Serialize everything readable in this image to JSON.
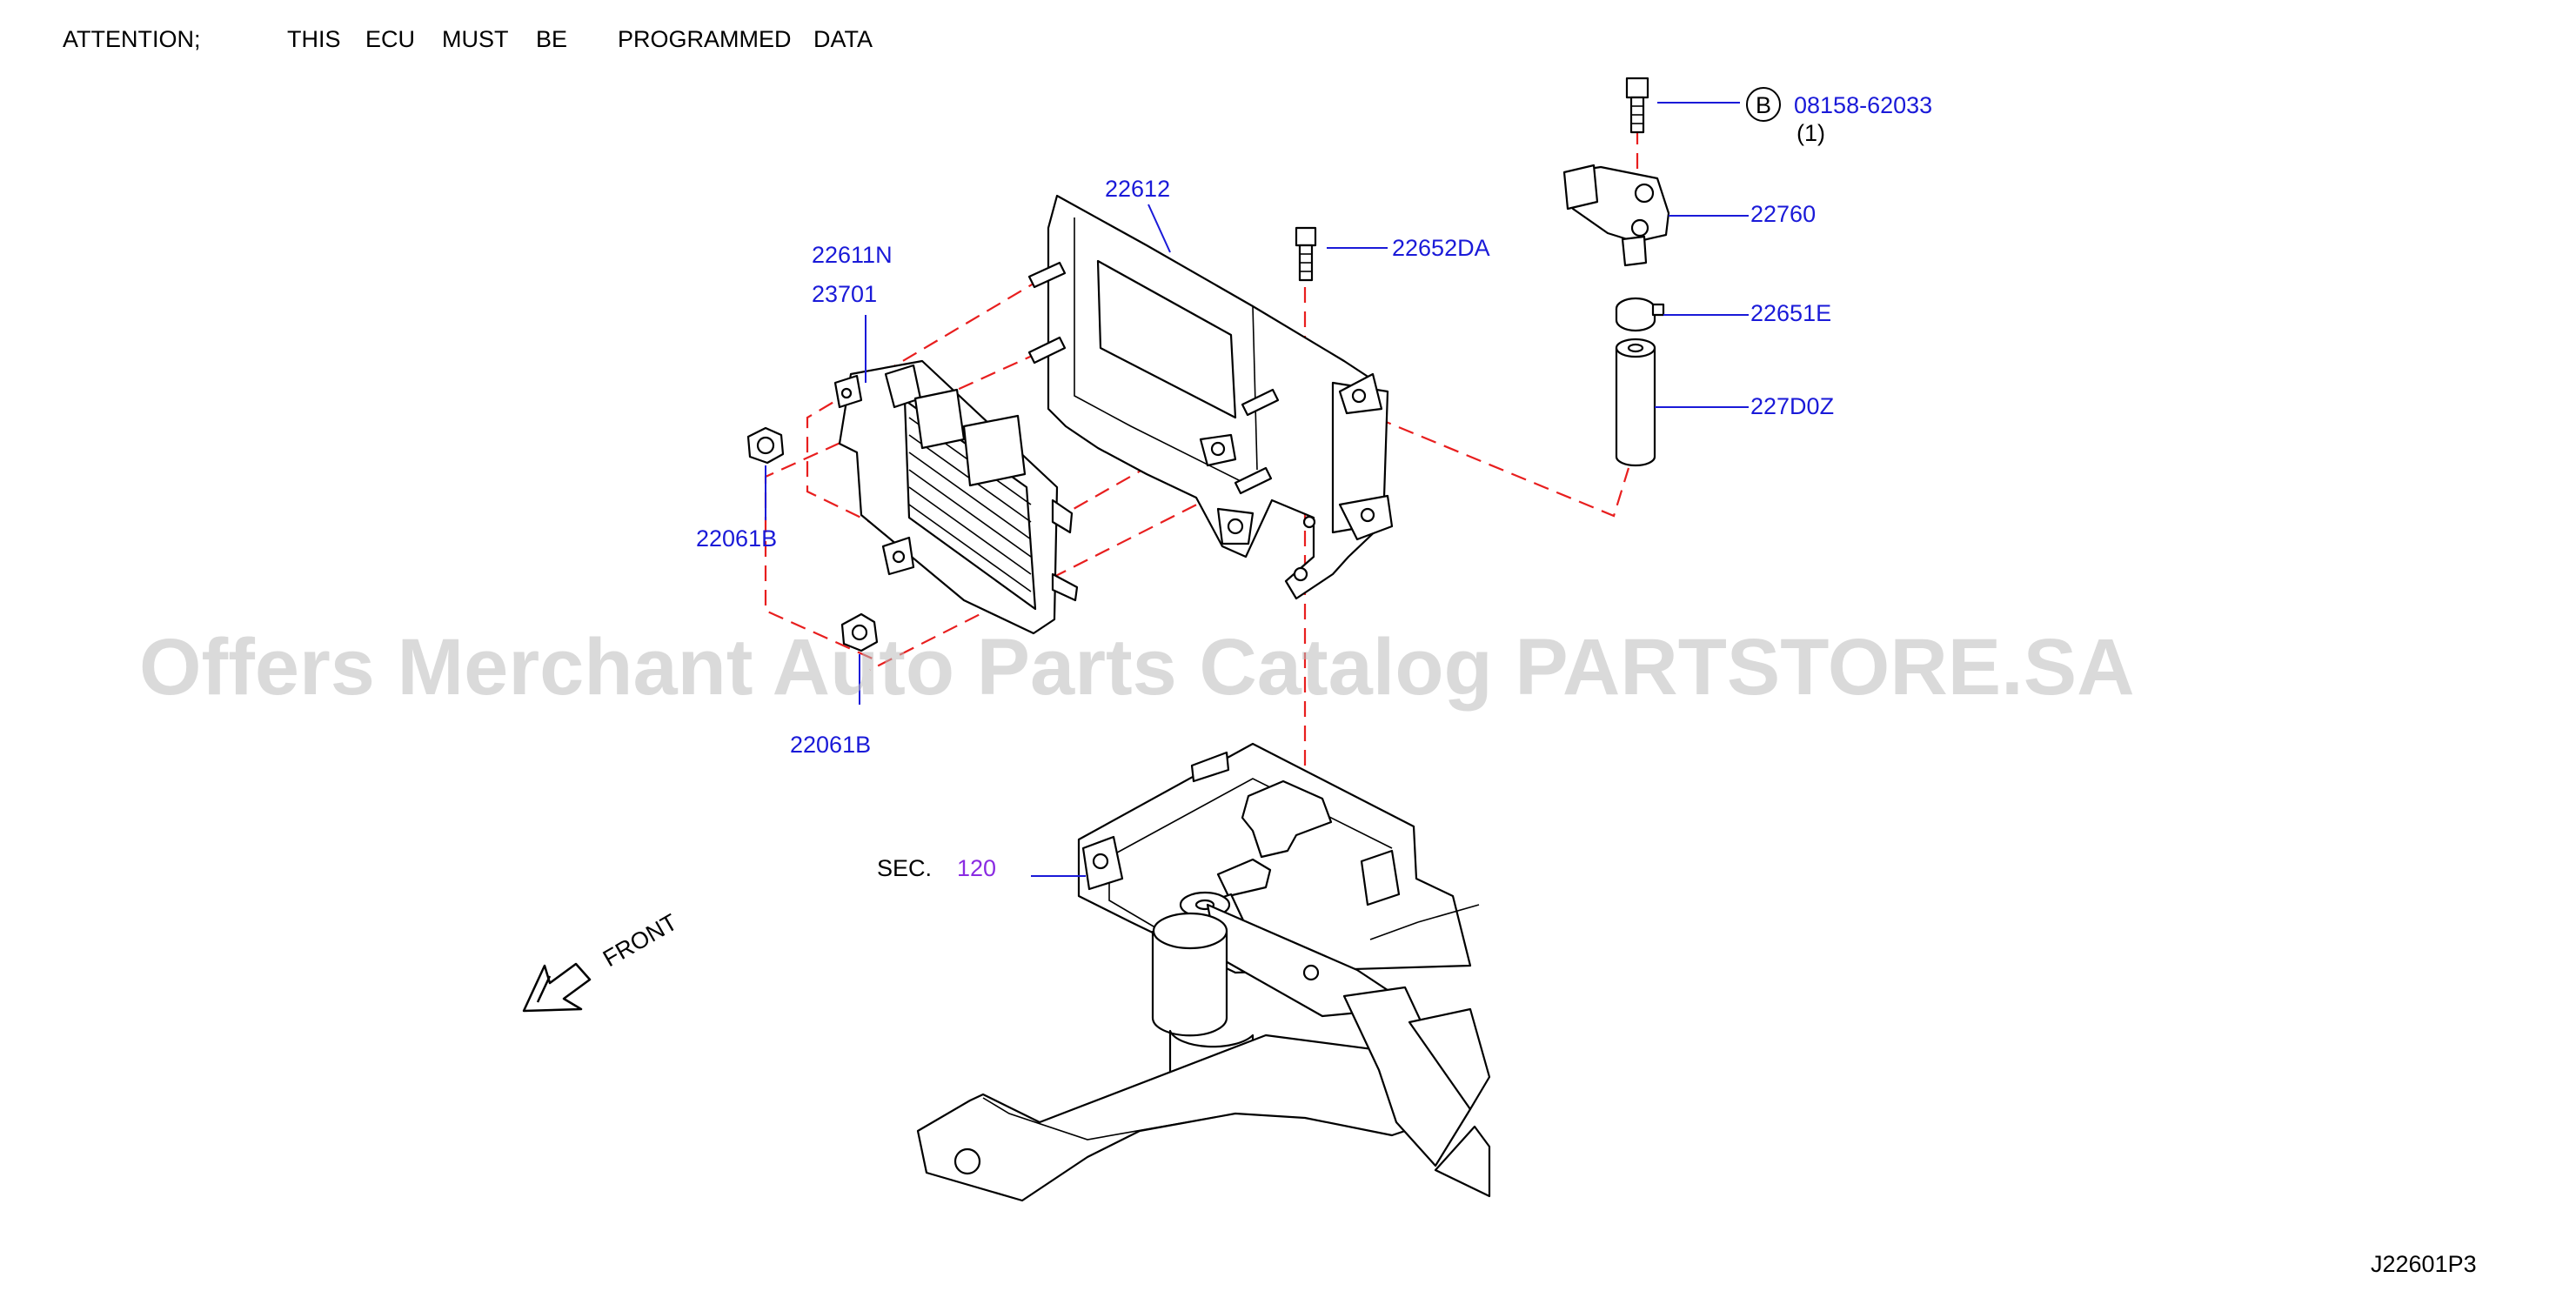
{
  "attention": {
    "word1": "ATTENTION;",
    "word2": "THIS",
    "word3": "ECU",
    "word4": "MUST",
    "word5": "BE",
    "word6": "PROGRAMMED",
    "word7": "DATA"
  },
  "watermark": "Offers Merchant Auto Parts Catalog PARTSTORE.SA",
  "callouts": {
    "bolt_b_marker": "B",
    "bolt_b_part": "08158-62033",
    "bolt_b_qty": "(1)",
    "bracket": "22612",
    "sensor": "22760",
    "bolt_da": "22652DA",
    "ecu_a": "22611N",
    "ecu_b": "23701",
    "clamp": "22651E",
    "hose": "227D0Z",
    "nut_upper": "22061B",
    "nut_lower": "22061B",
    "sec_prefix": "SEC.",
    "sec_number": "120"
  },
  "front_label": "FRONT",
  "diagram_code": "J22601P3",
  "colors": {
    "label_blue": "#1a1ad8",
    "section_purple": "#8a2be2",
    "dash_red": "#e81e1e",
    "watermark_gray": "#bdbdbd"
  }
}
